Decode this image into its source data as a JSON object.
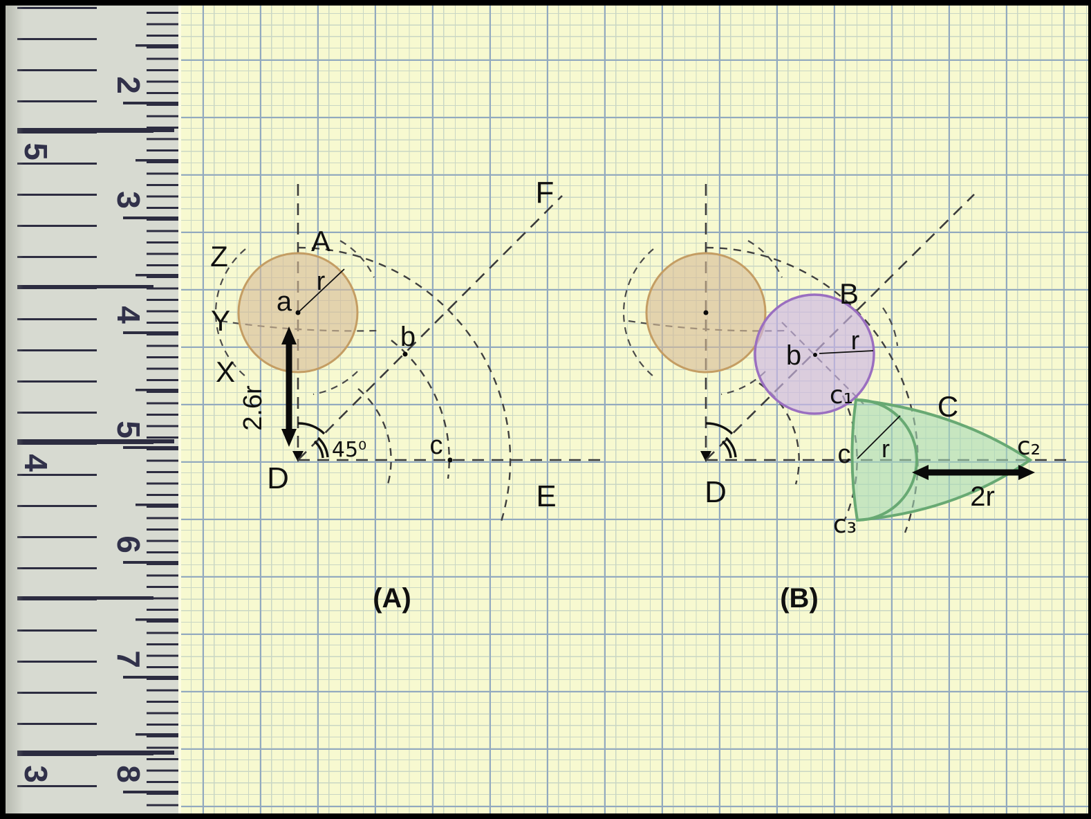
{
  "ruler": {
    "cm_numbers": [
      "2",
      "3",
      "4",
      "5",
      "6",
      "7",
      "8"
    ],
    "inch_numbers": [
      "5",
      "4",
      "3"
    ]
  },
  "diagram_a": {
    "caption": "(A)",
    "labels": {
      "A": "A",
      "Z": "Z",
      "Y": "Y",
      "X": "X",
      "center_a": "a",
      "radius_r": "r",
      "point_b": "b",
      "point_c": "c",
      "point_D": "D",
      "point_E": "E",
      "point_F": "F"
    },
    "dimension_length": "2.6r",
    "angle_value": "45⁰"
  },
  "diagram_b": {
    "caption": "(B)",
    "labels": {
      "circle_B": "B",
      "center_b": "b",
      "radius_b": "r",
      "curve_C": "C",
      "point_c": "c",
      "point_c1": "c₁",
      "point_c2": "c₂",
      "point_c3": "c₃",
      "radius_c": "r",
      "point_D": "D"
    },
    "dimension_length": "2r"
  },
  "colors": {
    "paper": "#f7f9d0",
    "grid_minor": "#c9d6c4",
    "grid_major": "#92a9bf",
    "tan_fill": "#d7bb97",
    "tan_stroke": "#c49d63",
    "purple_fill": "#cdb6e4",
    "purple_stroke": "#9a6fc0",
    "green_fill": "#a6d9b5",
    "green_stroke": "#68a973",
    "ink": "#101010",
    "dash": "#3c3c3c",
    "ruler_body": "#d7dad1",
    "ruler_tick": "#2c2c40"
  }
}
